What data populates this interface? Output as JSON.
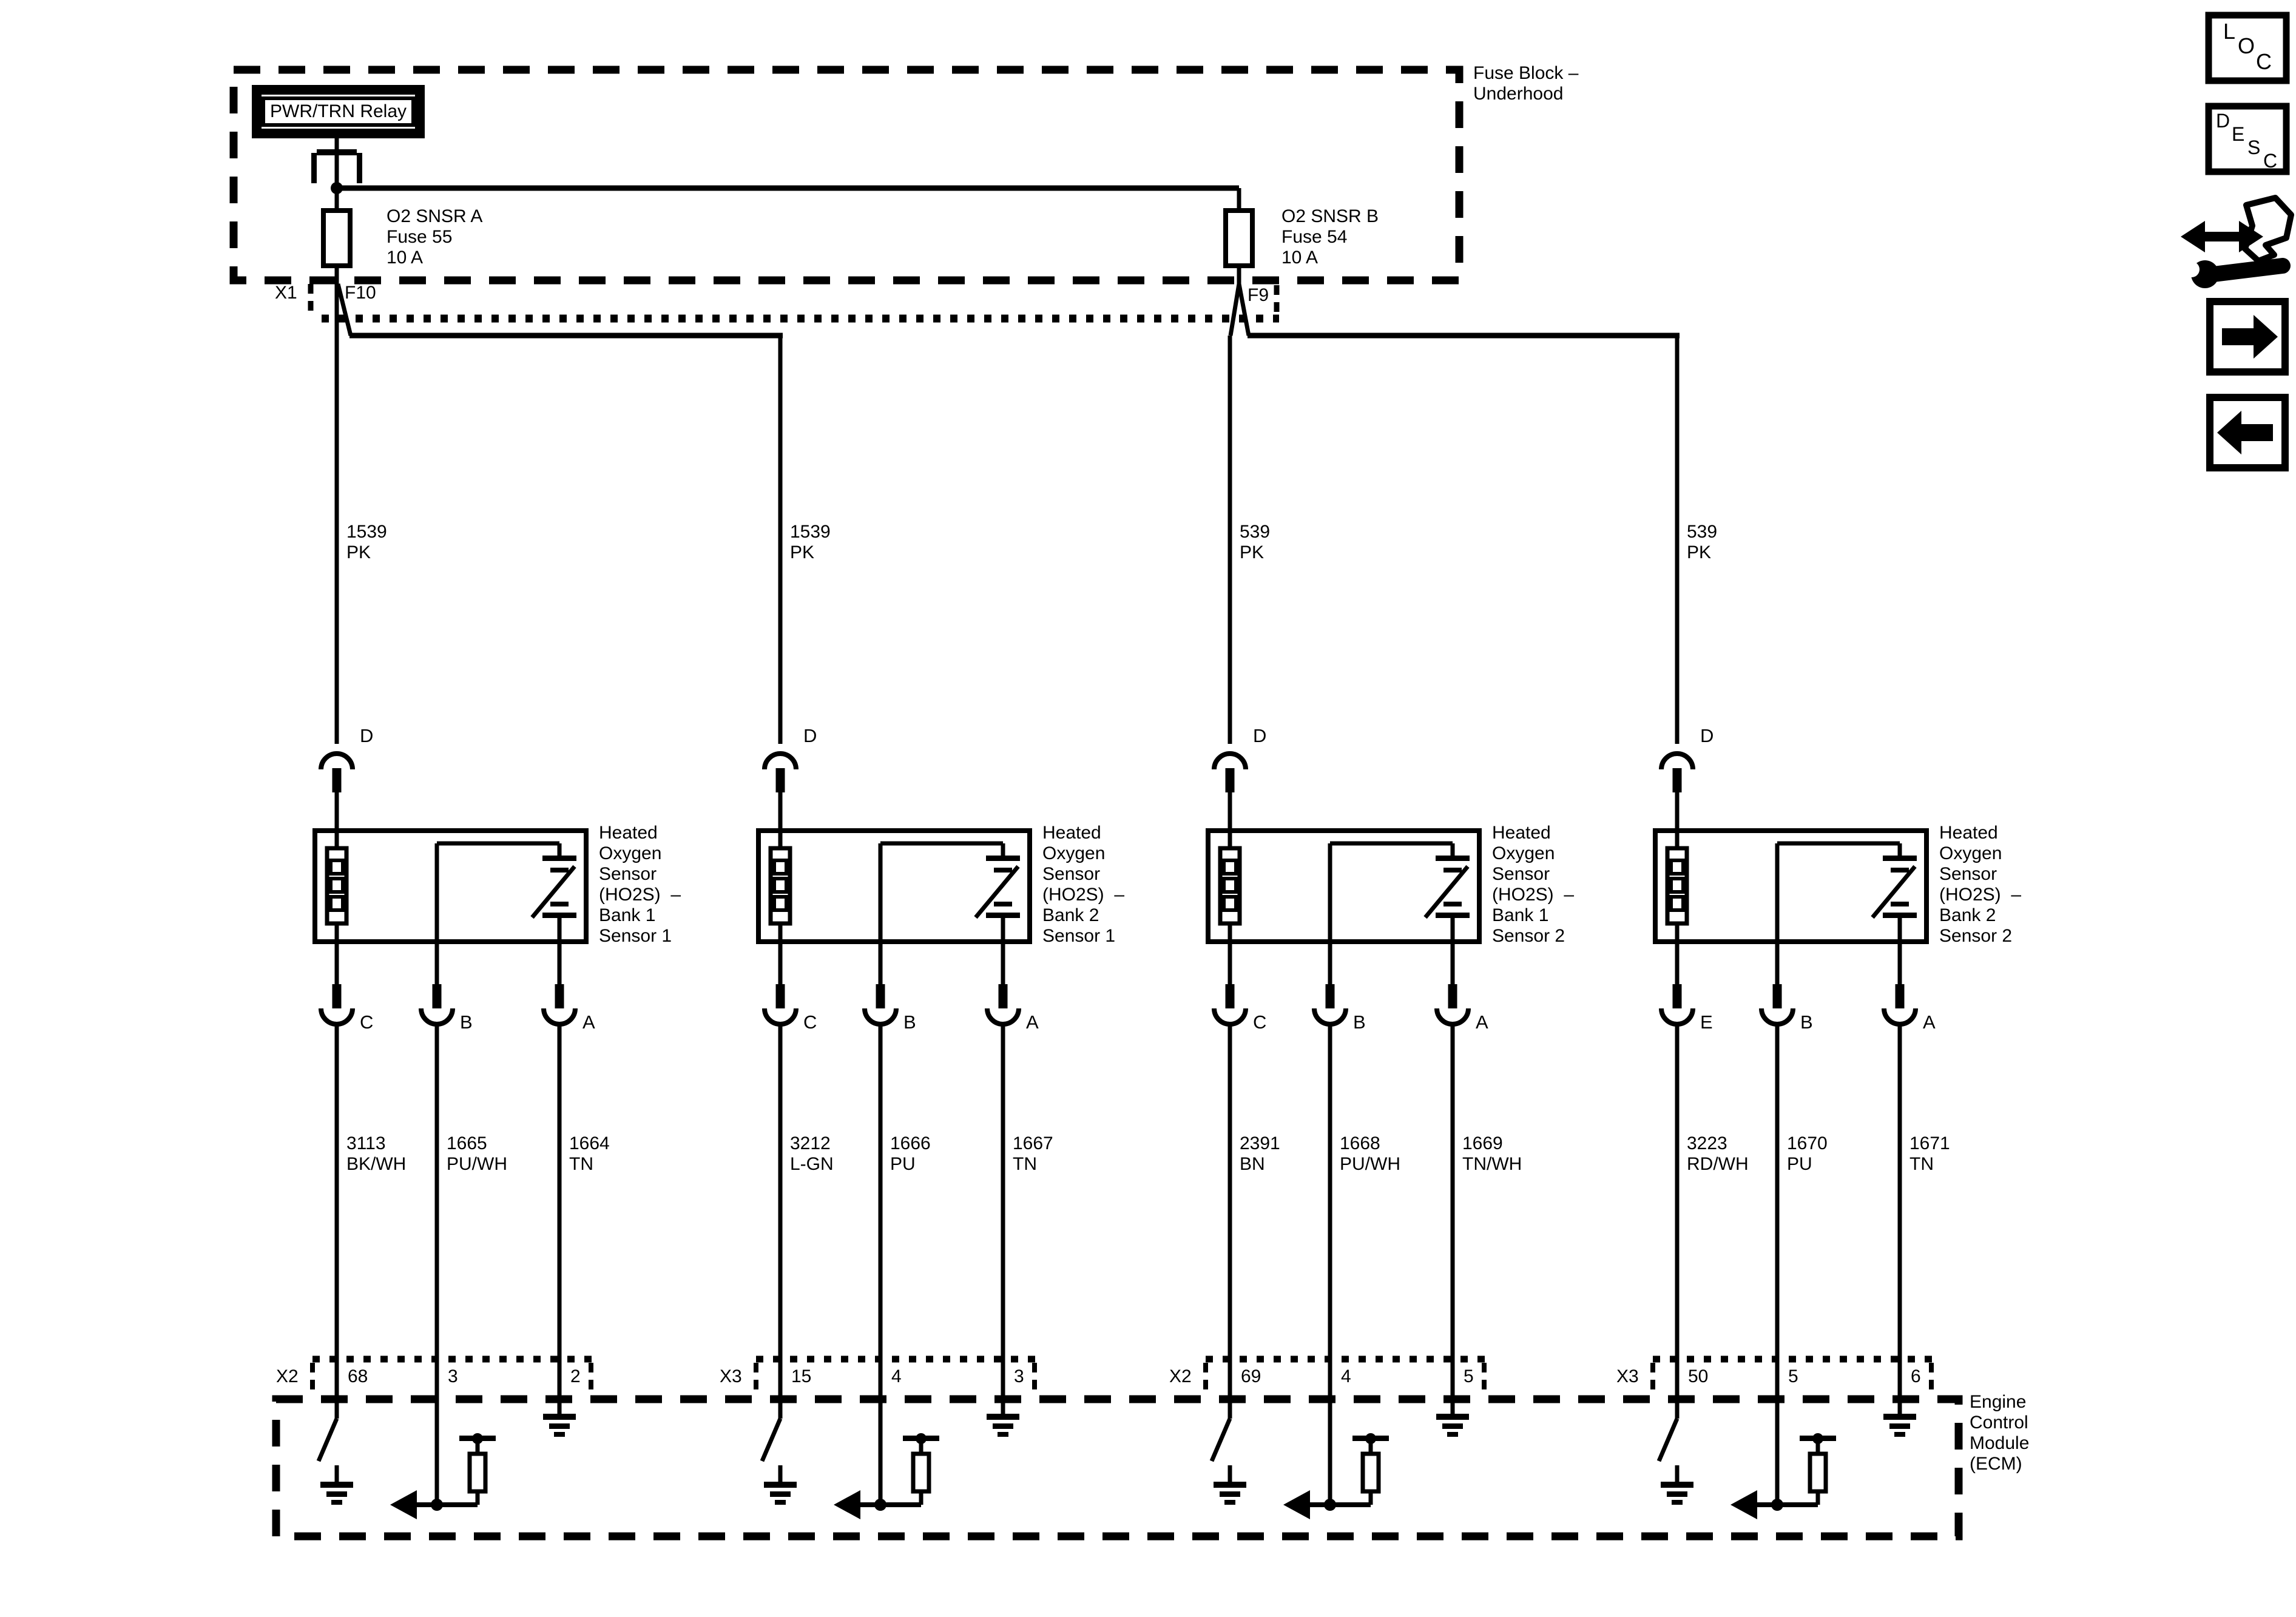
{
  "fuse_block": {
    "title": "Fuse Block –\nUnderhood",
    "relay_label": "PWR/TRN Relay",
    "fuse_a_label": "O2 SNSR A\nFuse 55\n10 A",
    "fuse_b_label": "O2 SNSR B\nFuse 54\n10 A",
    "connector_left": "X1",
    "pin_left": "F10",
    "pin_right": "F9"
  },
  "ecm": {
    "title": "Engine\nControl\nModule\n(ECM)"
  },
  "sensors": [
    {
      "name": "Heated\nOxygen\nSensor\n(HO2S)  –\nBank 1\nSensor 1",
      "supply_pin": "D",
      "supply_wire": "1539\nPK",
      "pins": [
        "C",
        "B",
        "A"
      ],
      "wires": [
        "3113\nBK/WH",
        "1665\nPU/WH",
        "1664\nTN"
      ],
      "ecm_connector": "X2",
      "ecm_pins": [
        "68",
        "3",
        "2"
      ]
    },
    {
      "name": "Heated\nOxygen\nSensor\n(HO2S)  –\nBank 2\nSensor 1",
      "supply_pin": "D",
      "supply_wire": "1539\nPK",
      "pins": [
        "C",
        "B",
        "A"
      ],
      "wires": [
        "3212\nL-GN",
        "1666\nPU",
        "1667\nTN"
      ],
      "ecm_connector": "X3",
      "ecm_pins": [
        "15",
        "4",
        "3"
      ]
    },
    {
      "name": "Heated\nOxygen\nSensor\n(HO2S)  –\nBank 1\nSensor 2",
      "supply_pin": "D",
      "supply_wire": "539\nPK",
      "pins": [
        "C",
        "B",
        "A"
      ],
      "wires": [
        "2391\nBN",
        "1668\nPU/WH",
        "1669\nTN/WH"
      ],
      "ecm_connector": "X2",
      "ecm_pins": [
        "69",
        "4",
        "5"
      ]
    },
    {
      "name": "Heated\nOxygen\nSensor\n(HO2S)  –\nBank 2\nSensor 2",
      "supply_pin": "D",
      "supply_wire": "539\nPK",
      "pins": [
        "E",
        "B",
        "A"
      ],
      "wires": [
        "3223\nRD/WH",
        "1670\nPU",
        "1671\nTN"
      ],
      "ecm_connector": "X3",
      "ecm_pins": [
        "50",
        "5",
        "6"
      ]
    }
  ],
  "sidebar": {
    "loc_letters": [
      "L",
      "O",
      "C"
    ],
    "desc_letters": [
      "D",
      "E",
      "S",
      "C"
    ]
  },
  "colors": {
    "line": "#000000",
    "background": "#ffffff"
  }
}
